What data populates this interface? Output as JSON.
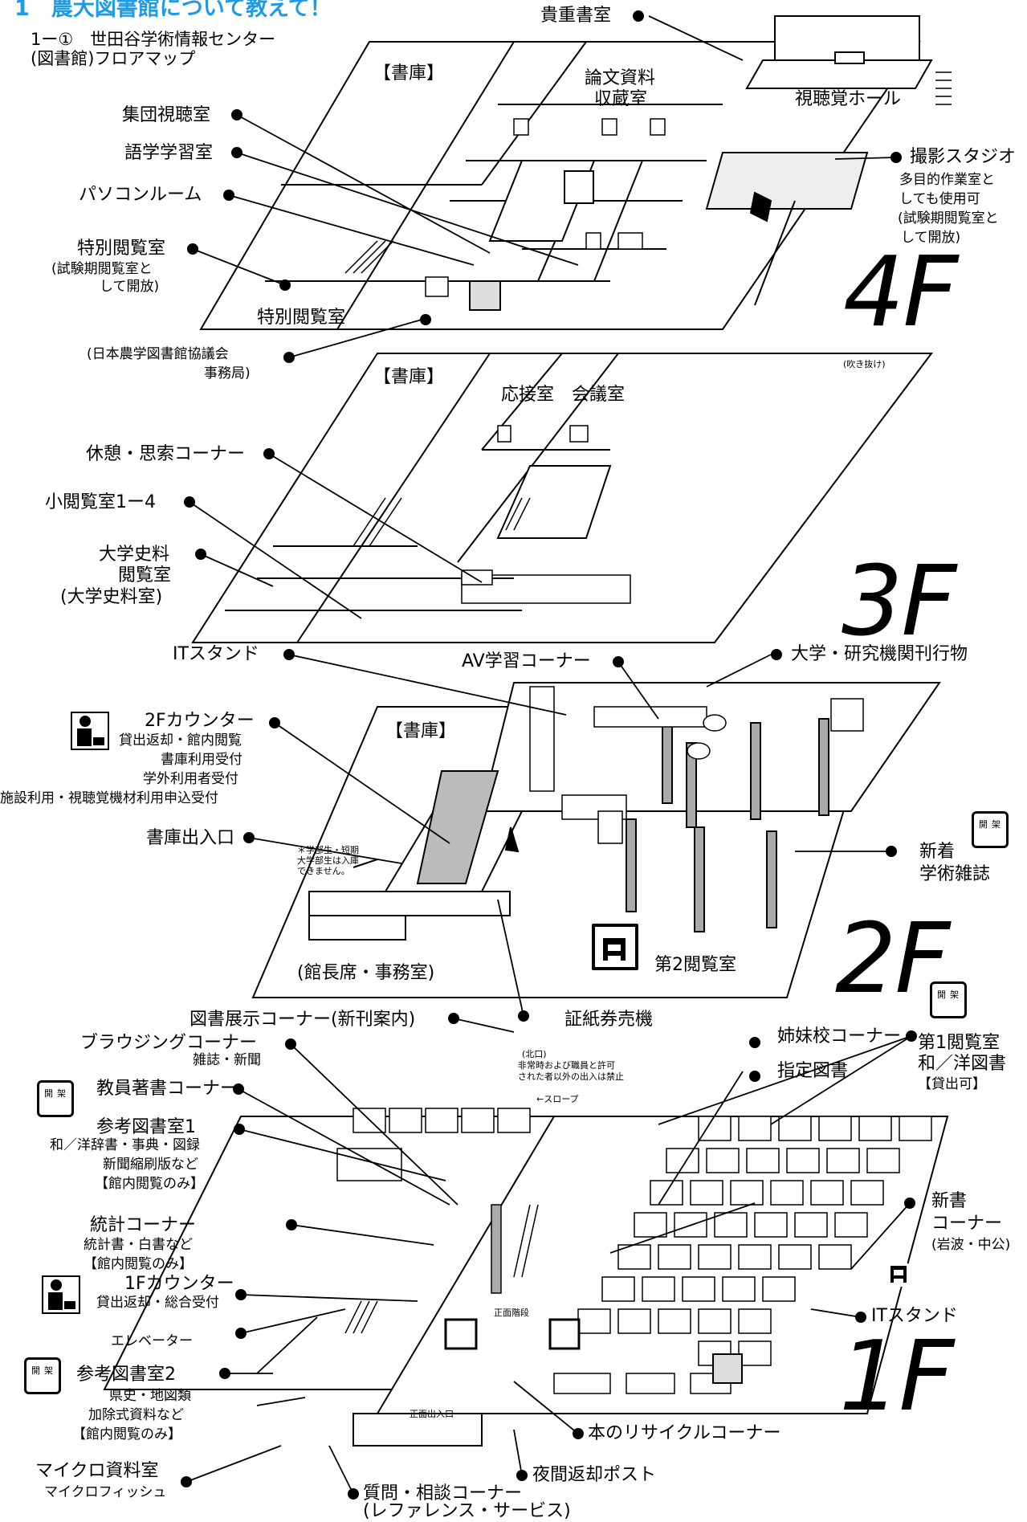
{
  "header": {
    "title": "1　農大図書館について教えて！",
    "subtitle_line1": "1ー①　世田谷学術情報センター",
    "subtitle_line2": "(図書館)フロアマップ"
  },
  "floors": {
    "f4": "4F",
    "f3": "3F",
    "f2": "2F",
    "f1": "1F"
  },
  "labels_4f": {
    "kichou": "貴重書室",
    "shoko": "【書庫】",
    "ronbun1": "論文資料",
    "ronbun2": "収蔵室",
    "shichoukaku": "視聴覚ホール",
    "shudan": "集団視聴室",
    "gogaku": "語学学習室",
    "pasokon": "パソコンルーム",
    "tokubetsu_title": "特別閲覧室",
    "tokubetsu_note1": "(試験期閲覧室と",
    "tokubetsu_note2": "して開放)",
    "tokubetsu_room": "特別閲覧室",
    "satsuei_title": "撮影スタジオ",
    "satsuei_1": "多目的作業室と",
    "satsuei_2": "しても使用可",
    "satsuei_3": "(試験期閲覧室と",
    "satsuei_4": "して開放)",
    "nichino1": "(日本農学図書館協議会",
    "nichino2": "事務局)",
    "fukinuke": "(吹き抜け)"
  },
  "labels_3f": {
    "shoko": "【書庫】",
    "ousetsu": "応接室",
    "kaigi": "会議室",
    "kyukei": "休憩・思索コーナー",
    "shoetsuran": "小閲覧室1ー4",
    "daigaku1": "大学史料",
    "daigaku2": "閲覧室",
    "daigaku3": "(大学史料室)"
  },
  "labels_2f": {
    "itstand": "ITスタンド",
    "av": "AV学習コーナー",
    "kankou": "大学・研究機関刊行物",
    "counter_title": "2Fカウンター",
    "counter_1": "貸出返却・館内閲覧",
    "counter_2": "書庫利用受付",
    "counter_3": "学外利用者受付",
    "counter_4": "施設利用・視聴覚機材利用申込受付",
    "shoko": "【書庫】",
    "shoko_deiri": "書庫出入口",
    "note1": "＊学部生・短期",
    "note2": "大学部生は入庫",
    "note3": "できません。",
    "shinchaku1": "新着",
    "shinchaku2": "学術雑誌",
    "kaika": "開",
    "ka": "架",
    "kanchou": "(館長席・事務室)",
    "etsuran2": "第2閲覧室",
    "shoshiken": "証紙券売機"
  },
  "labels_1f": {
    "tenji": "図書展示コーナー(新刊案内)",
    "browsing": "ブラウジングコーナー",
    "browsing_sub": "雑誌・新聞",
    "kyouin": "教員著書コーナー",
    "sankou1_title": "参考図書室1",
    "sankou1_a": "和／洋辞書・事典・図録",
    "sankou1_b": "新聞縮刷版など",
    "sankou1_c": "【館内閲覧のみ】",
    "toukei_title": "統計コーナー",
    "toukei_a": "統計書・白書など",
    "toukei_b": "【館内閲覧のみ】",
    "counter_title": "1Fカウンター",
    "counter_a": "貸出返却・総合受付",
    "elevator": "エレベーター",
    "sankou2_title": "参考図書室2",
    "sankou2_a": "県史・地図類",
    "sankou2_b": "加除式資料など",
    "sankou2_c": "【館内閲覧のみ】",
    "micro_title": "マイクロ資料室",
    "micro_a": "マイクロフィッシュ",
    "shitsumon": "質問・相談コーナー",
    "reference": "(レファレンス・サービス)",
    "yakan": "夜間返却ポスト",
    "recycle": "本のリサイクルコーナー",
    "itstand": "ITスタンド",
    "shinsho1": "新書",
    "shinsho2": "コーナー",
    "shinsho3": "(岩波・中公)",
    "shitei": "指定図書",
    "shimai": "姉妹校コーナー",
    "etsuran1_title": "第1閲覧室",
    "etsuran1_a": "和／洋図書",
    "etsuran1_b": "【貸出可】",
    "kitaguchi1": "(北口)",
    "kitaguchi2": "非常時および職員と許可",
    "kitaguchi3": "された者以外の出入は禁止",
    "slope": "←スロープ",
    "shoumen_kaidan": "正面階段",
    "shoumen_deiri": "正面出入口"
  }
}
